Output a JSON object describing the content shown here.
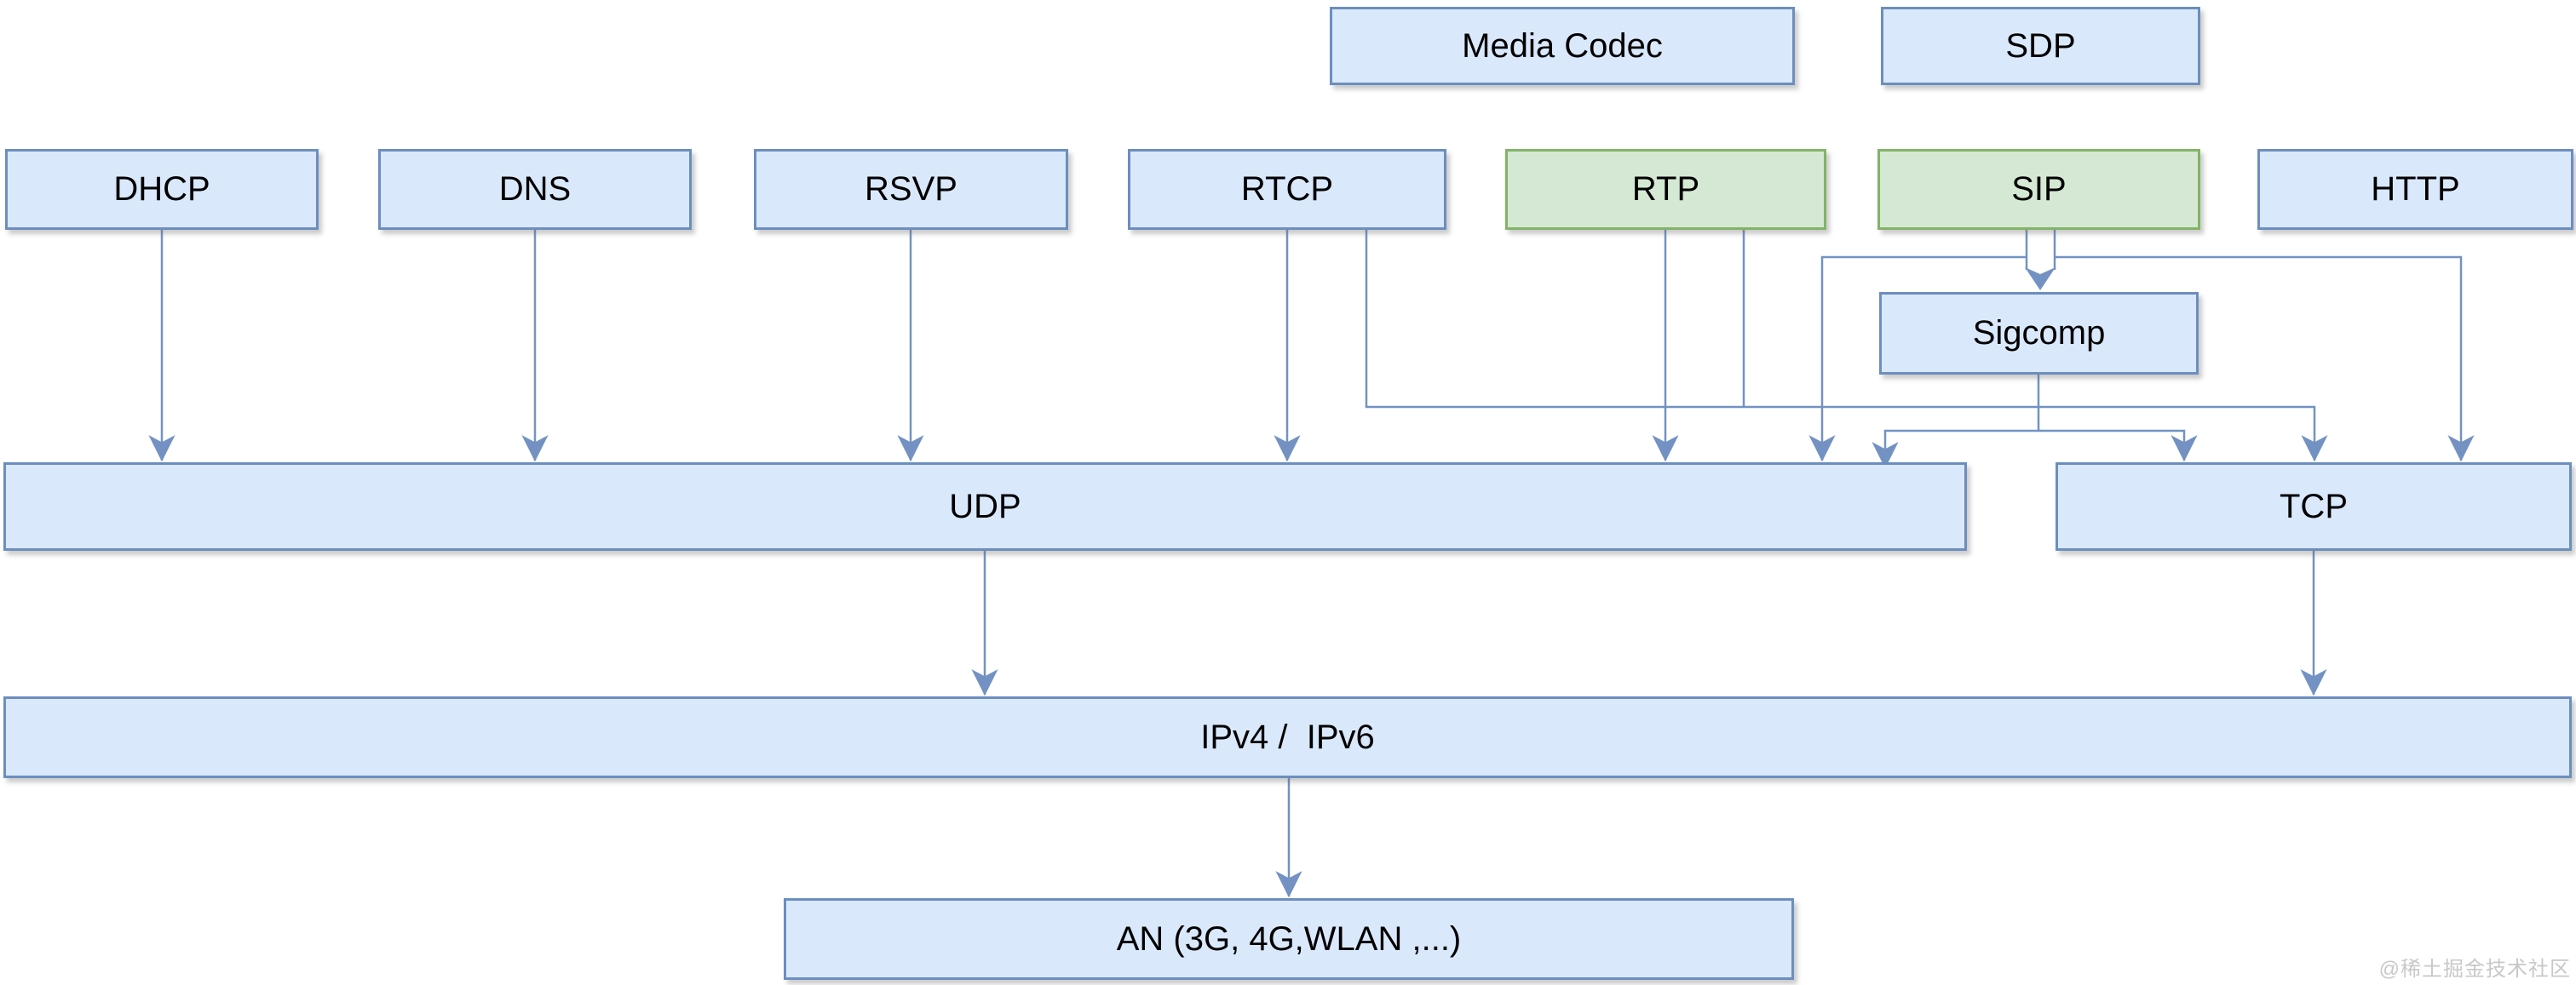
{
  "diagram": {
    "description": "IMS / VoIP protocol stack diagram",
    "watermark": "@稀土掘金技术社区",
    "colors": {
      "node_fill_blue": "#dae8fc",
      "node_border_blue": "#6c8ebf",
      "node_fill_green": "#d5e8d4",
      "node_border_green": "#82b366",
      "edge": "#7392c3",
      "background": "#ffffff",
      "watermark": "#c8c8c8"
    },
    "nodes": [
      {
        "id": "media-codec",
        "label": "Media Codec",
        "variant": "blue"
      },
      {
        "id": "sdp",
        "label": "SDP",
        "variant": "blue"
      },
      {
        "id": "dhcp",
        "label": "DHCP",
        "variant": "blue"
      },
      {
        "id": "dns",
        "label": "DNS",
        "variant": "blue"
      },
      {
        "id": "rsvp",
        "label": "RSVP",
        "variant": "blue"
      },
      {
        "id": "rtcp",
        "label": "RTCP",
        "variant": "blue"
      },
      {
        "id": "rtp",
        "label": "RTP",
        "variant": "green"
      },
      {
        "id": "sip",
        "label": "SIP",
        "variant": "green"
      },
      {
        "id": "http",
        "label": "HTTP",
        "variant": "blue"
      },
      {
        "id": "sigcomp",
        "label": "Sigcomp",
        "variant": "blue"
      },
      {
        "id": "udp",
        "label": "UDP",
        "variant": "blue"
      },
      {
        "id": "tcp",
        "label": "TCP",
        "variant": "blue"
      },
      {
        "id": "ip",
        "label": "IPv4 /  IPv6",
        "variant": "blue"
      },
      {
        "id": "an",
        "label": "AN (3G, 4G,WLAN ,...)",
        "variant": "blue"
      }
    ],
    "connections": [
      {
        "from": "DHCP",
        "to": "UDP"
      },
      {
        "from": "DNS",
        "to": "UDP"
      },
      {
        "from": "RSVP",
        "to": "UDP"
      },
      {
        "from": "RTCP",
        "to": "UDP"
      },
      {
        "from": "RTCP",
        "to": "TCP"
      },
      {
        "from": "RTP",
        "to": "UDP"
      },
      {
        "from": "RTP",
        "to": "TCP"
      },
      {
        "from": "SIP",
        "to": "Sigcomp"
      },
      {
        "from": "SIP",
        "to": "UDP"
      },
      {
        "from": "SIP",
        "to": "TCP"
      },
      {
        "from": "Sigcomp",
        "to": "UDP"
      },
      {
        "from": "Sigcomp",
        "to": "TCP"
      },
      {
        "from": "HTTP",
        "to": "TCP"
      },
      {
        "from": "UDP",
        "to": "IPv4 /  IPv6"
      },
      {
        "from": "TCP",
        "to": "IPv4 /  IPv6"
      },
      {
        "from": "IPv4 /  IPv6",
        "to": "AN (3G, 4G,WLAN ,...)"
      }
    ]
  }
}
